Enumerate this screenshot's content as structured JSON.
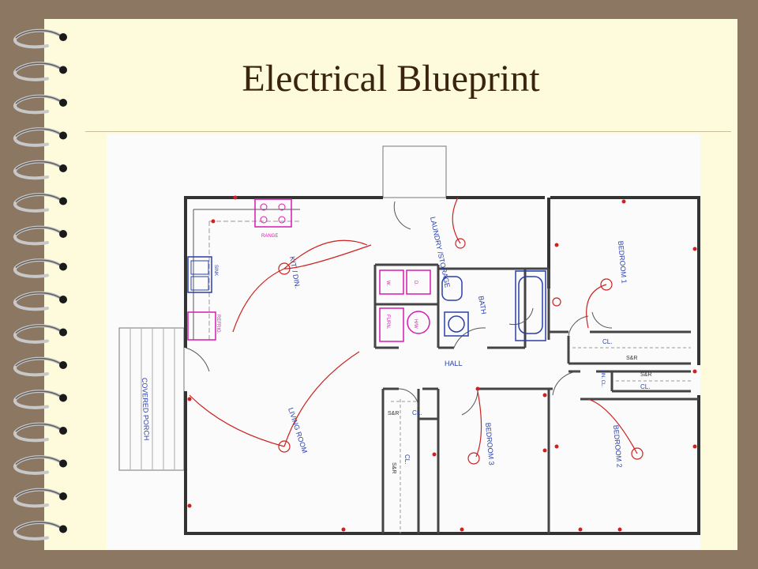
{
  "slide": {
    "title": "Electrical Blueprint"
  },
  "blueprint": {
    "rooms": {
      "kitchen_dining": "KIT. / DIN.",
      "laundry_storage": "LAUNDRY /STORAGE",
      "bedroom_1": "BEDROOM 1",
      "bedroom_2": "BEDROOM 2",
      "bedroom_3": "BEDROOM 3",
      "bath": "BATH",
      "hall": "HALL",
      "living_room": "LIVING ROOM",
      "covered_porch": "COVERED PORCH"
    },
    "fixtures": {
      "range": "RANGE",
      "sink": "SINK",
      "refrigerator": "REFRIG.",
      "furnace": "FURN.",
      "water_heater": "H/W",
      "dryer": "D.",
      "washer": "W.",
      "closet": "CL.",
      "shelf_rod": "S&R",
      "linen": "LIN. CL."
    }
  },
  "colors": {
    "background": "#8b7762",
    "slide": "#fdfbdc",
    "title": "#3a2410",
    "walls": "#333333",
    "wiring": "#cc2222",
    "fixtures": "#d81bb0",
    "labels": "#2a3faa"
  },
  "icons": [
    "spiral-binding-icon"
  ]
}
